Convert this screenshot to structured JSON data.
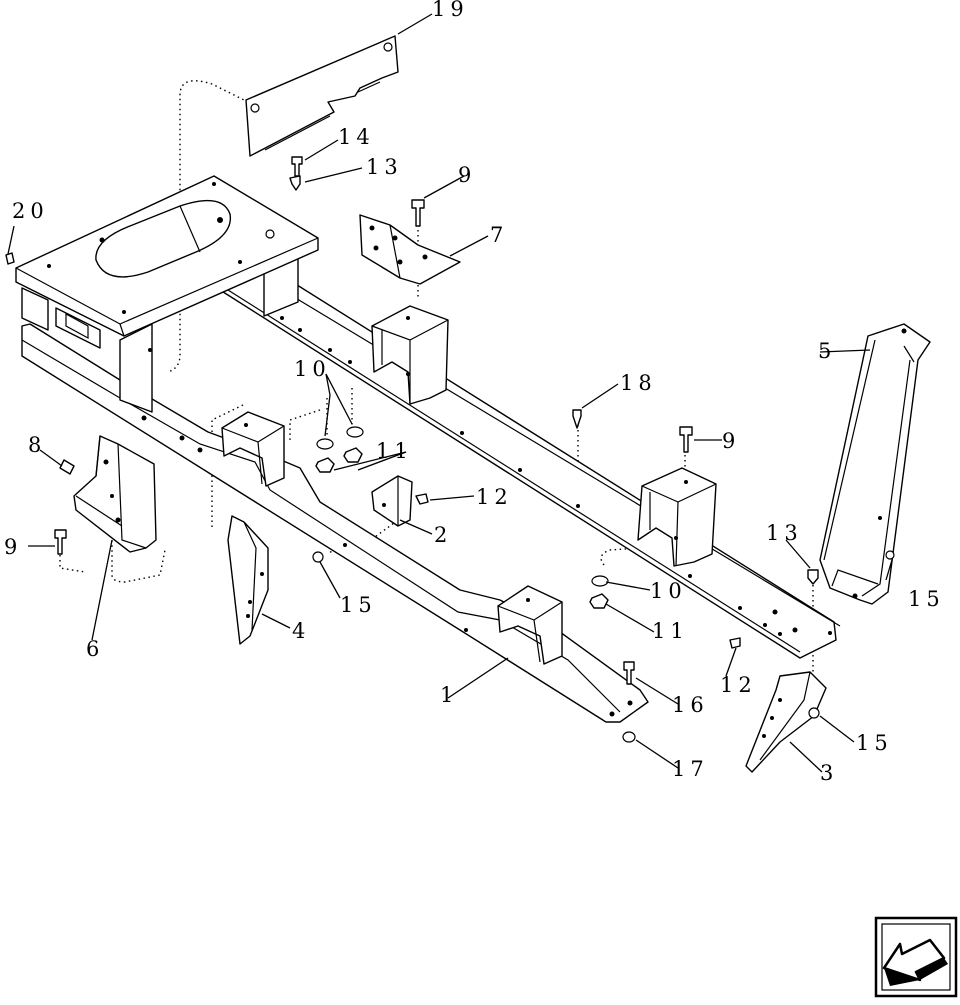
{
  "callouts": {
    "c1": "1",
    "c2": "2",
    "c3": "3",
    "c4": "4",
    "c5": "5",
    "c6": "6",
    "c7": "7",
    "c8": "8",
    "c9a": "9",
    "c9b": "9",
    "c9c": "9",
    "c10a": "10",
    "c10b": "10",
    "c11a": "11",
    "c11b": "11",
    "c12a": "12",
    "c12b": "12",
    "c13a": "13",
    "c13b": "13",
    "c14": "14",
    "c15a": "15",
    "c15b": "15",
    "c15c": "15",
    "c16": "16",
    "c17": "17",
    "c18": "18",
    "c19": "19",
    "c20": "20"
  },
  "icons": {
    "nav": "next-page-arrow-icon"
  }
}
